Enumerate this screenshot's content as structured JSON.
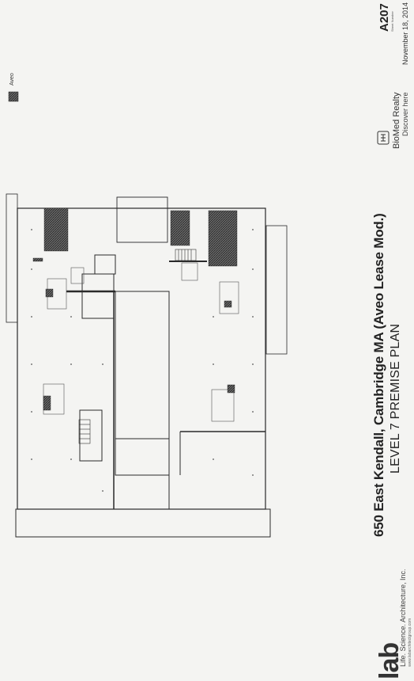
{
  "title": {
    "main": "650 East Kendall, Cambridge MA (Aveo Lease Mod.)",
    "sub": "LEVEL 7 PREMISE PLAN"
  },
  "architect": {
    "logo": "lab",
    "tagline": "Life. Science. Architecture, Inc.",
    "website": "www.labarchitectgroup.com"
  },
  "sheet": {
    "number": "A207",
    "number_label": "Sheet Number",
    "date": "November 18, 2014"
  },
  "legend": {
    "label": "Aveo",
    "swatch_color": "#4a4a4a"
  },
  "owner": {
    "name": "BioMed Realty",
    "tagline": "Discover here"
  },
  "colors": {
    "paper": "#f4f4f2",
    "wall": "#2a2a2a",
    "premise_hatch": "#4a4a4a"
  }
}
